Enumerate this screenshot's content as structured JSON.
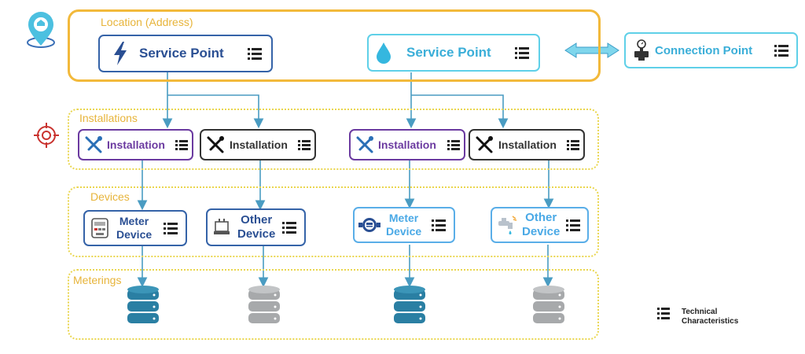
{
  "location": {
    "label": "Location (Address)"
  },
  "groups": {
    "installations": "Installations",
    "devices": "Devices",
    "meterings": "Meterings"
  },
  "service_points": [
    {
      "label": "Service Point",
      "type": "electricity"
    },
    {
      "label": "Service Point",
      "type": "water"
    }
  ],
  "connection_point": {
    "label": "Connection Point"
  },
  "installations": [
    {
      "label": "Installation",
      "style": "purple"
    },
    {
      "label": "Installation",
      "style": "black"
    },
    {
      "label": "Installation",
      "style": "purple"
    },
    {
      "label": "Installation",
      "style": "black"
    }
  ],
  "devices": [
    {
      "line1": "Meter",
      "line2": "Device",
      "color": "#2a4f93"
    },
    {
      "line1": "Other",
      "line2": "Device",
      "color": "#2a4f93"
    },
    {
      "line1": "Meter",
      "line2": "Device",
      "color": "#4aa9e6"
    },
    {
      "line1": "Other",
      "line2": "Device",
      "color": "#4aa9e6"
    }
  ],
  "legend": {
    "line1": "Technical",
    "line2": "Characteristics"
  },
  "colors": {
    "electric": "#3563a8",
    "water": "#5fd0e8",
    "connector": "#4a9cc2",
    "database_teal": "#2a7fa3",
    "database_gray": "#a7a9ab",
    "group_border": "#f2b93b",
    "dotted_border": "#ead64f",
    "target_red": "#c9332f"
  }
}
